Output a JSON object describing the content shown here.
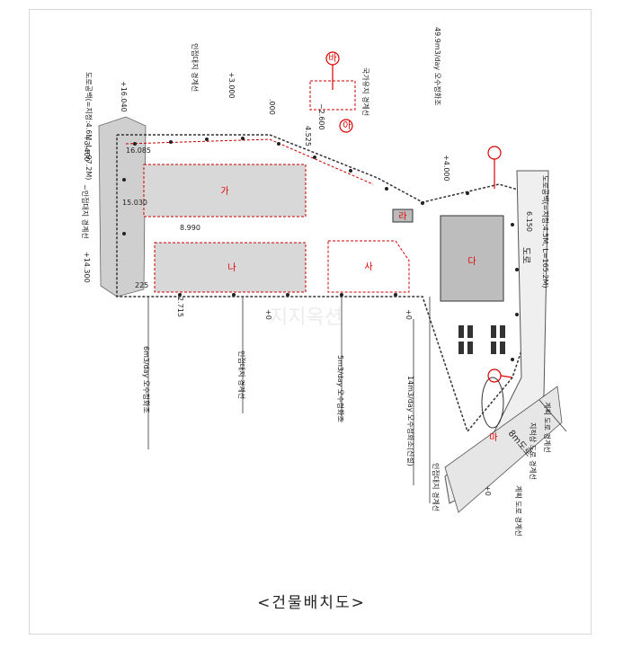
{
  "caption": "<건물배치도>",
  "labels": {
    "road_left": "도로공백(=지정:4.6M, L=97.2M)",
    "elev_16040": "+16.040",
    "elev_13400": "+3.400",
    "border_planned_left": "~인접대지 경계선",
    "elev_14300": "+14.300",
    "border_top1": "인접대지 경계선",
    "elev_3000": "+3.000",
    "elev_000": ".000",
    "elev_2600": "~2.600",
    "dim_4525": "4.525",
    "border_national": "국가유지 경계선",
    "tank_49": "49.9m3/day 오수정화조",
    "elev_4000": "+4.000",
    "road_right": "도로공백(=지정:4.5M, L=165.2M)",
    "dim_6150": "6.150",
    "road_name": "도로",
    "dim_16085": "16.085",
    "dim_15030": "15.030",
    "dim_8990": "8.990",
    "dim_225": "225",
    "dim_2715": "2.715",
    "elev_0a": "+0",
    "elev_0b": "+0",
    "elev_0c": "+0",
    "tank_6": "6m3/day 오수정화조",
    "border_adjacent": "인접대지 경계선",
    "tank_5": "5m3/day 오수정화조",
    "tank_14": "14m3/day 오수정화조(신설)",
    "border_adjacent2": "인접대지 경계선",
    "road_planned1": "계획 도로 경계선",
    "road_8m": "8m도로",
    "road_cadastral": "지적상 도로 경계선",
    "road_planned2": "계획 도로 경계선",
    "watermark": "지지옥션"
  },
  "buildings": {
    "ga": "가",
    "na": "나",
    "da": "다",
    "ra": "라",
    "ma": "마",
    "ba": "바",
    "sa": "사",
    "ah": "아"
  }
}
